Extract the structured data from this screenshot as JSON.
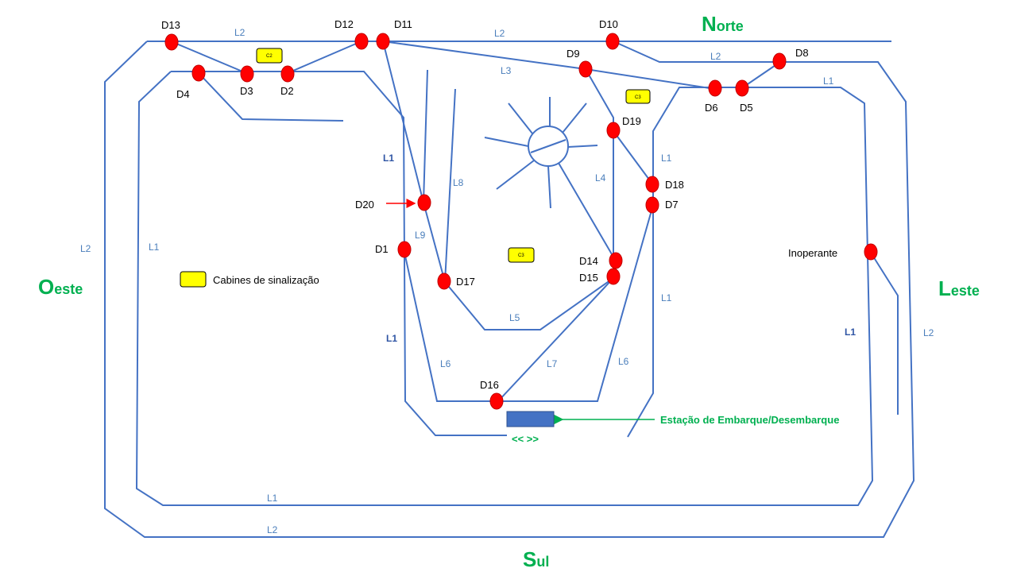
{
  "compass": {
    "north": {
      "initial": "N",
      "rest": "orte"
    },
    "south": {
      "initial": "S",
      "rest": "ul"
    },
    "east": {
      "initial": "L",
      "rest": "este"
    },
    "west": {
      "initial": "O",
      "rest": "este"
    }
  },
  "legend": {
    "label": "Cabines de sinalização"
  },
  "cabins": {
    "c2": "C2",
    "c3_upper": "C3",
    "c3_center": "C3"
  },
  "station": {
    "label": "Estação de Embarque/Desembarque",
    "arrows": "<<  >>"
  },
  "nodes": {
    "d1": "D1",
    "d2": "D2",
    "d3": "D3",
    "d4": "D4",
    "d5": "D5",
    "d6": "D6",
    "d7": "D7",
    "d8": "D8",
    "d9": "D9",
    "d10": "D10",
    "d11": "D11",
    "d12": "D12",
    "d13": "D13",
    "d14": "D14",
    "d15": "D15",
    "d16": "D16",
    "d17": "D17",
    "d18": "D18",
    "d19": "D19",
    "d20": "D20",
    "inoperante": "Inoperante"
  },
  "lines": {
    "l1": "L1",
    "l2": "L2",
    "l3": "L3",
    "l4": "L4",
    "l5": "L5",
    "l6": "L6",
    "l7": "L7",
    "l8": "L8",
    "l9": "L9"
  },
  "colors": {
    "track": "#4472c4",
    "node": "#ff0000",
    "cabin": "#ffff00",
    "compass": "#00b050",
    "pointer_arrow": "#ff0000"
  }
}
